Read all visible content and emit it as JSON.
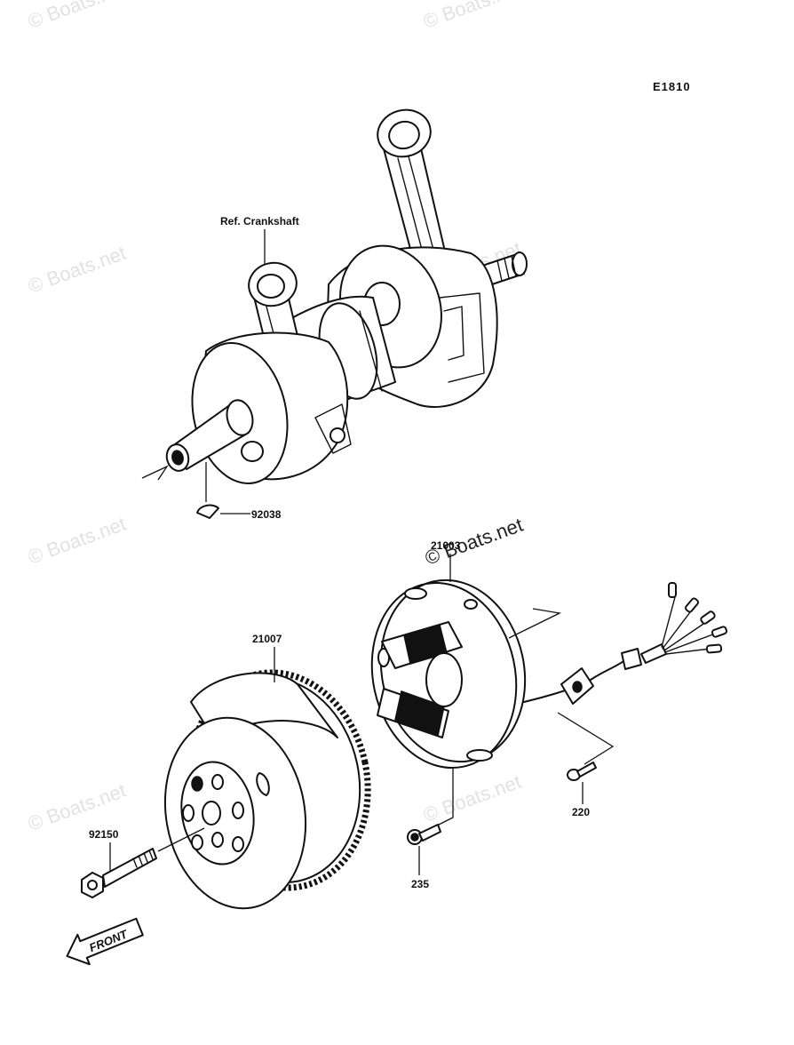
{
  "diagram": {
    "code": "E1810",
    "watermark": "© Boats.net",
    "front_label": "FRONT",
    "crankshaft_ref": "Ref. Crankshaft",
    "parts": {
      "key": "92038",
      "stator": "21003",
      "flywheel": "21007",
      "bolt_flywheel": "92150",
      "screw_stator": "220",
      "bolt_stator": "235"
    }
  }
}
